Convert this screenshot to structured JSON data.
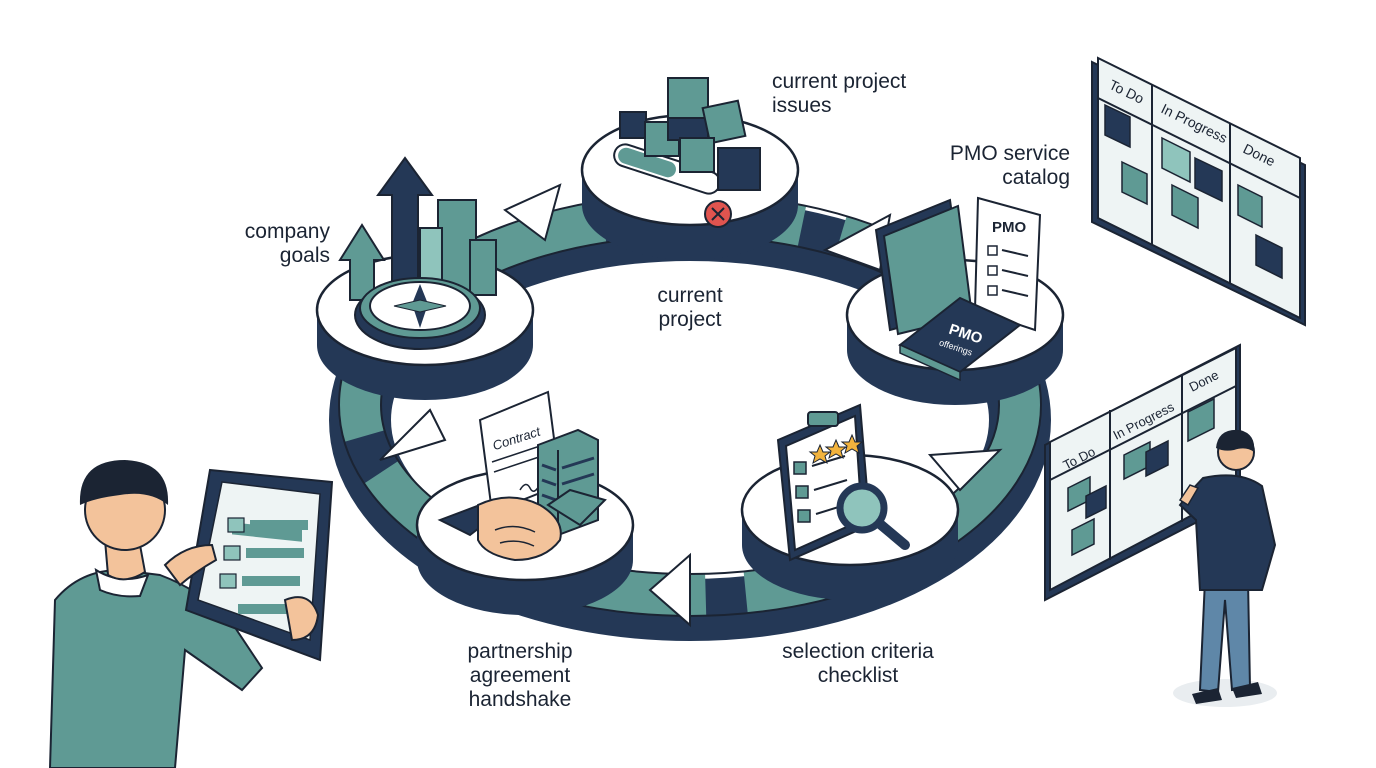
{
  "colors": {
    "navy": "#243856",
    "teal": "#5f9a94",
    "teal_light": "#8fc4bc",
    "outline": "#1b2433",
    "platform_top": "#ffffff",
    "accent_red": "#e0544f",
    "star_gold": "#f2b33d",
    "skin": "#f3c39b"
  },
  "cycle": {
    "center_label": "current\nproject",
    "nodes": [
      {
        "id": "company-goals",
        "label": "company\ngoals",
        "icon": "compass-arrows-buildings-icon"
      },
      {
        "id": "project-issues",
        "label": "current project\nissues",
        "icon": "blocks-progress-bar-icon"
      },
      {
        "id": "pmo-catalog",
        "label": "PMO service\ncatalog",
        "icon": "folder-catalog-icon",
        "catalog_card_title": "PMO",
        "catalog_book_title": "PMO",
        "catalog_book_subtitle": "offerings"
      },
      {
        "id": "selection-checklist",
        "label": "selection criteria\nchecklist",
        "icon": "clipboard-magnifier-icon"
      },
      {
        "id": "partnership",
        "label": "partnership\nagreement\nhandshake",
        "icon": "handshake-contract-icon",
        "contract_title": "Contract"
      }
    ]
  },
  "kanban_boards": [
    {
      "columns": [
        "To Do",
        "In Progress",
        "Done"
      ]
    },
    {
      "columns": [
        "To Do",
        "In Progress",
        "Done"
      ]
    }
  ]
}
